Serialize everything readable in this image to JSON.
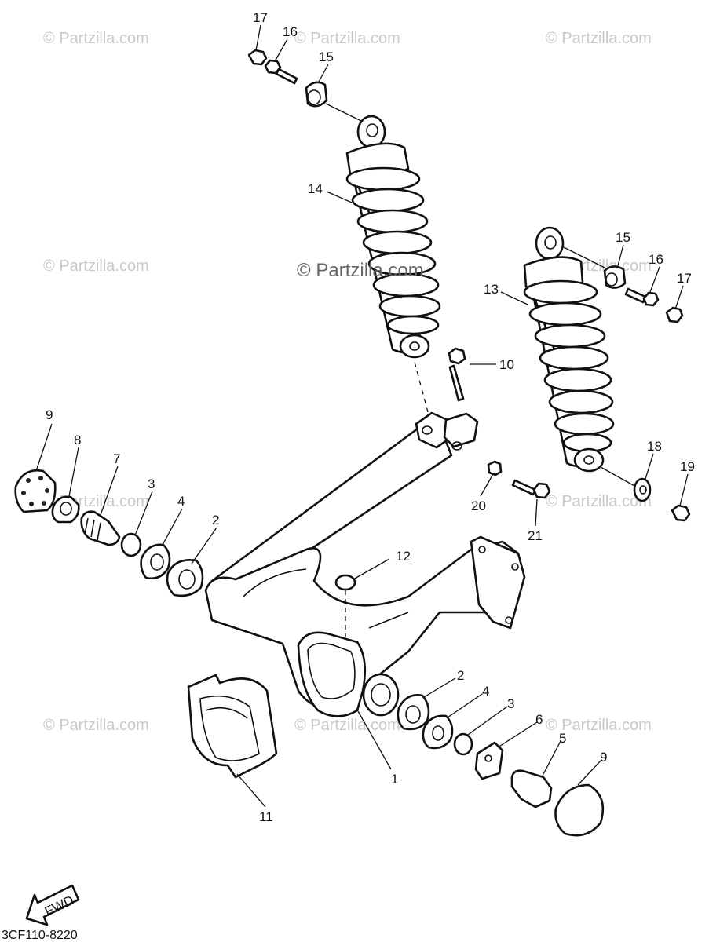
{
  "watermarks": [
    "© Partzilla.com",
    "© Partzilla.com",
    "© Partzilla.com",
    "© Partzilla.com",
    "© Partzilla.com",
    "© Partzilla.com",
    "© Partzilla.com",
    "© Partzilla.com",
    "© Partzilla.com",
    "© Partzilla.com"
  ],
  "center_watermark": "© Partzilla.com",
  "callouts": [
    "17",
    "16",
    "15",
    "14",
    "15",
    "16",
    "17",
    "13",
    "10",
    "9",
    "8",
    "7",
    "3",
    "4",
    "2",
    "18",
    "19",
    "20",
    "21",
    "12",
    "2",
    "4",
    "3",
    "6",
    "5",
    "9",
    "1",
    "11"
  ],
  "fwd_label": "FWD",
  "diagram_code": "3CF110-8220"
}
